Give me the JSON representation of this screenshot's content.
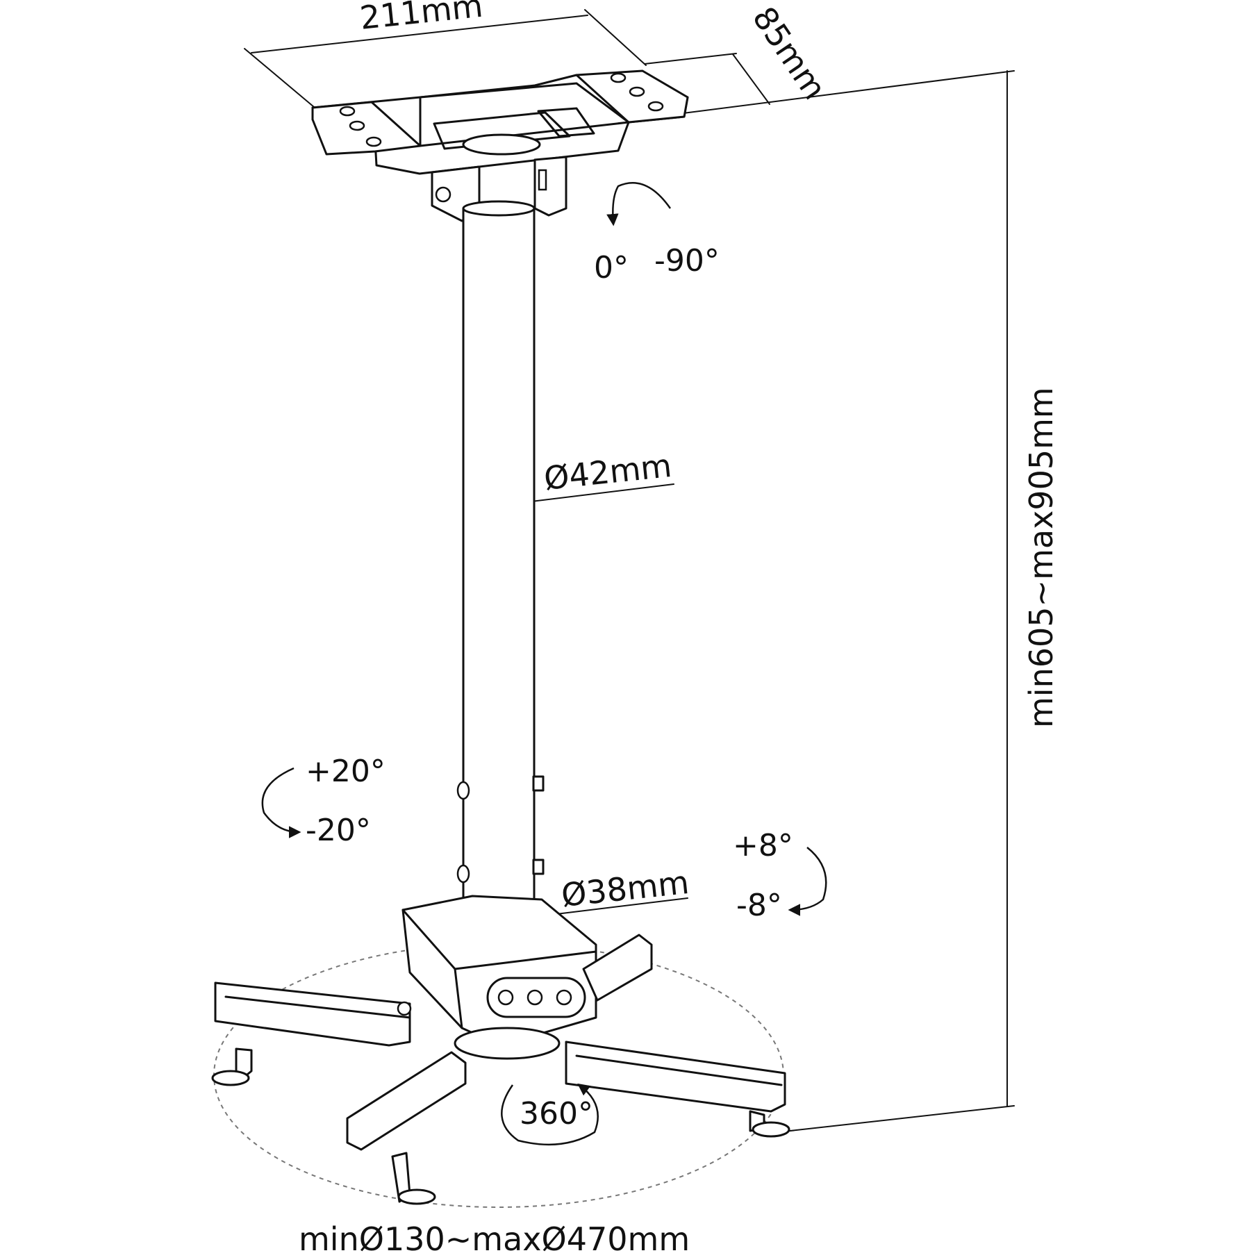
{
  "dimensions": {
    "plate_width": "211mm",
    "plate_depth": "85mm",
    "upper_pole_diameter": "Ø42mm",
    "lower_pole_diameter": "Ø38mm",
    "height_range": "min605~max905mm",
    "bracket_range": "minØ130~maxØ470mm"
  },
  "rotations": {
    "top_tilt": {
      "from": "0°",
      "to": "-90°"
    },
    "swivel": {
      "up": "+20°",
      "down": "-20°"
    },
    "tilt": {
      "up": "+8°",
      "down": "-8°"
    },
    "full_rotation": "360°"
  },
  "icons": [
    "ceiling-plate-icon",
    "pole-icon",
    "spider-bracket-icon",
    "rotation-arrow-icon"
  ]
}
